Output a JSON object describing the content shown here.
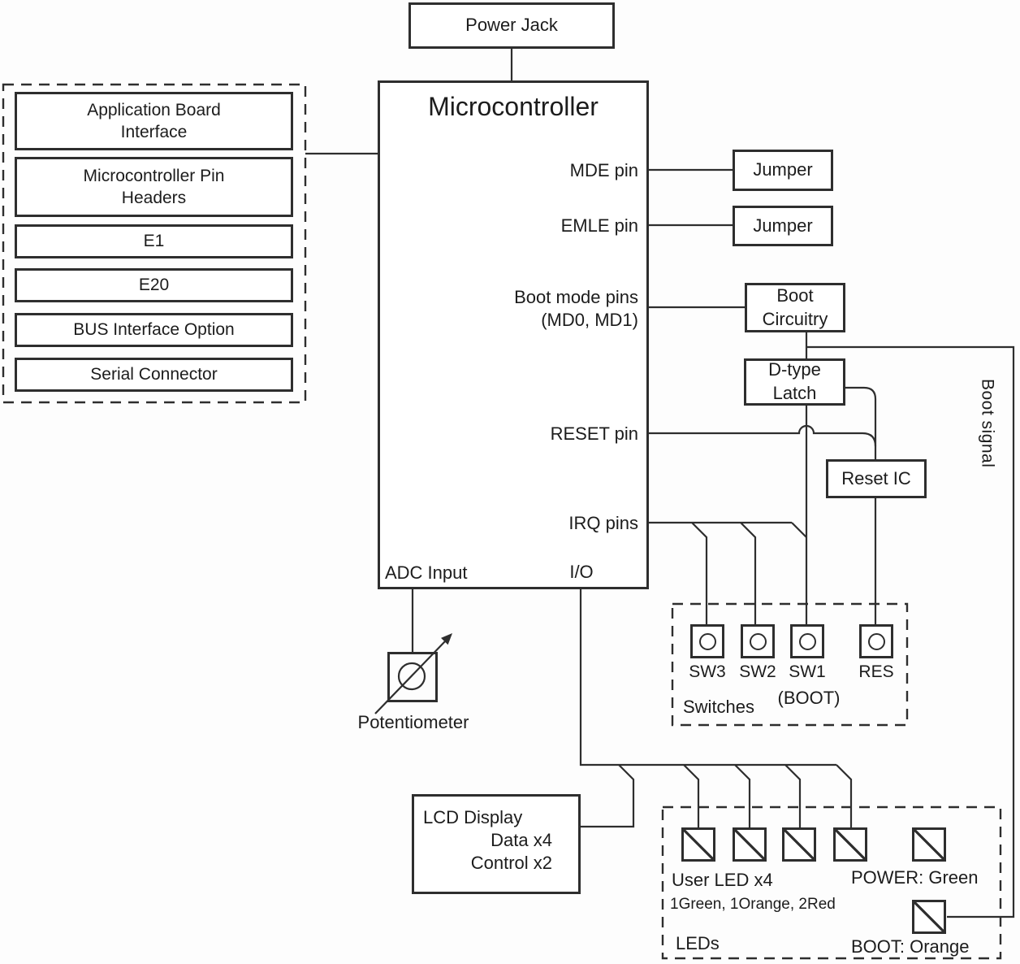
{
  "colors": {
    "line": "#2e2e2e",
    "text": "#1c1c1c",
    "background": "#ffffff"
  },
  "power_jack": {
    "label": "Power Jack"
  },
  "microcontroller": {
    "title": "Microcontroller",
    "pins": {
      "mde": "MDE pin",
      "emle": "EMLE pin",
      "boot_mode": "Boot mode pins\n(MD0, MD1)",
      "reset": "RESET pin",
      "irq": "IRQ pins",
      "io": "I/O",
      "adc": "ADC Input"
    }
  },
  "left_panel": {
    "items": [
      "Application Board\nInterface",
      "Microcontroller Pin\nHeaders",
      "E1",
      "E20",
      "BUS Interface Option",
      "Serial Connector"
    ]
  },
  "right_blocks": {
    "jumper1": "Jumper",
    "jumper2": "Jumper",
    "boot_circuitry": "Boot\nCircuitry",
    "d_type_latch": "D-type\nLatch",
    "reset_ic": "Reset IC",
    "boot_signal": "Boot signal"
  },
  "switches": {
    "labels": [
      "SW3",
      "SW2",
      "SW1",
      "RES"
    ],
    "sw1_note": "(BOOT)",
    "group_label": "Switches"
  },
  "lcd": {
    "title": "LCD Display",
    "data_line": "Data x4",
    "control_line": "Control x2"
  },
  "leds": {
    "user_label": "User LED x4",
    "user_colors": "1Green, 1Orange, 2Red",
    "power_label": "POWER: Green",
    "boot_label": "BOOT: Orange",
    "group_label": "LEDs"
  },
  "potentiometer": {
    "label": "Potentiometer"
  }
}
